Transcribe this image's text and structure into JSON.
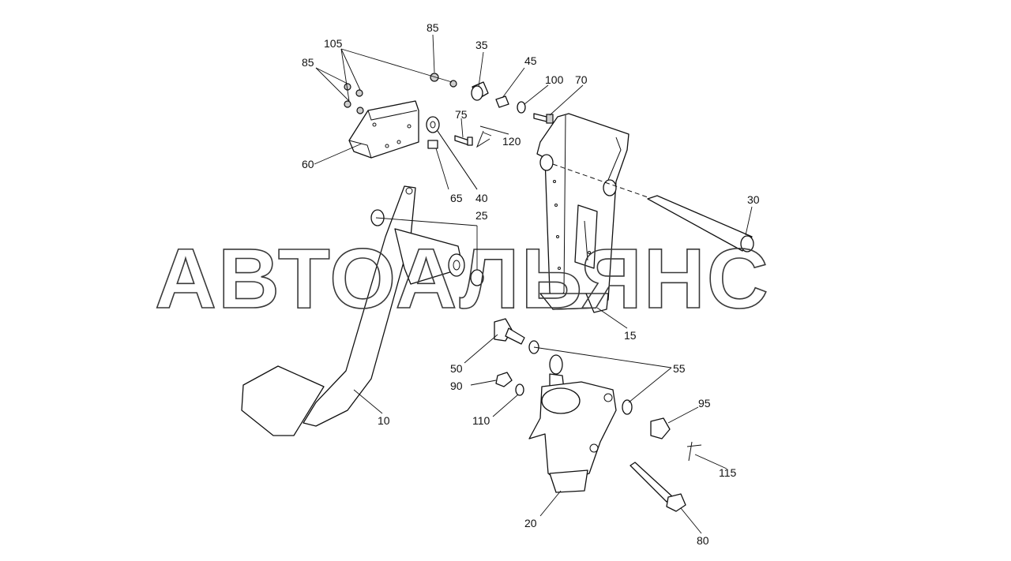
{
  "watermark": "АВТОАЛЬЯНС",
  "callouts": [
    {
      "id": "85a",
      "label": "85"
    },
    {
      "id": "105",
      "label": "105"
    },
    {
      "id": "85b",
      "label": "85"
    },
    {
      "id": "35",
      "label": "35"
    },
    {
      "id": "45",
      "label": "45"
    },
    {
      "id": "100",
      "label": "100"
    },
    {
      "id": "70",
      "label": "70"
    },
    {
      "id": "75",
      "label": "75"
    },
    {
      "id": "120",
      "label": "120"
    },
    {
      "id": "60",
      "label": "60"
    },
    {
      "id": "65",
      "label": "65"
    },
    {
      "id": "40",
      "label": "40"
    },
    {
      "id": "25",
      "label": "25"
    },
    {
      "id": "30",
      "label": "30"
    },
    {
      "id": "15",
      "label": "15"
    },
    {
      "id": "50",
      "label": "50"
    },
    {
      "id": "55",
      "label": "55"
    },
    {
      "id": "90",
      "label": "90"
    },
    {
      "id": "95",
      "label": "95"
    },
    {
      "id": "110",
      "label": "110"
    },
    {
      "id": "10",
      "label": "10"
    },
    {
      "id": "115",
      "label": "115"
    },
    {
      "id": "20",
      "label": "20"
    },
    {
      "id": "80",
      "label": "80"
    }
  ]
}
